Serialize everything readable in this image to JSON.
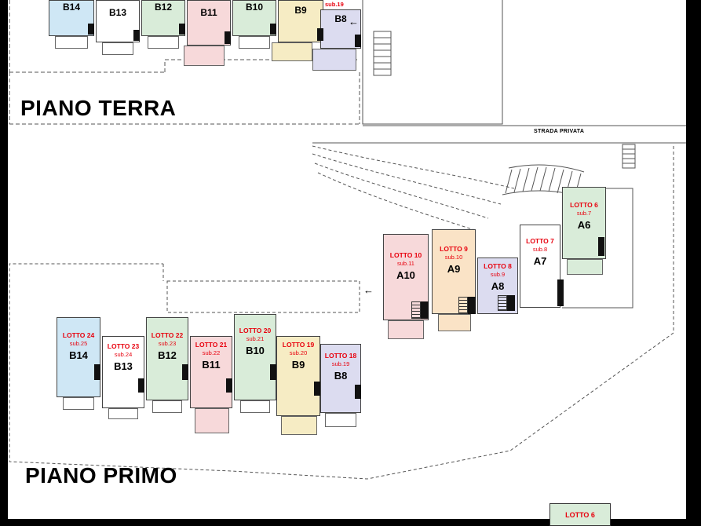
{
  "palette": {
    "red": "#e8000d",
    "blue": "#cfe7f5",
    "green": "#d9ecd9",
    "pink": "#f7d9da",
    "yellow": "#f6ecc4",
    "tan": "#fae3c6",
    "lavender": "#dcdcf0",
    "white": "#ffffff",
    "line": "#555555"
  },
  "labels": {
    "piano_terra": "PIANO TERRA",
    "piano_primo": "PIANO PRIMO",
    "strada": "STRADA PRIVATA",
    "corner_lotto": "LOTTO 6"
  },
  "icons": {
    "arrow_left": "←"
  },
  "ground_units": [
    {
      "name": "B14",
      "color": "#cfe7f5"
    },
    {
      "name": "B13",
      "color": "#ffffff"
    },
    {
      "name": "B12",
      "color": "#d9ecd9"
    },
    {
      "name": "B11",
      "color": "#f7d9da"
    },
    {
      "name": "B10",
      "color": "#d9ecd9"
    },
    {
      "name": "B9",
      "color": "#f6ecc4"
    },
    {
      "name": "B8",
      "color": "#dcdcf0",
      "sub": "sub.19"
    }
  ],
  "first_floor_a": [
    {
      "lotto": "LOTTO 10",
      "sub": "sub.11",
      "name": "A10",
      "color": "#f7d9da"
    },
    {
      "lotto": "LOTTO 9",
      "sub": "sub.10",
      "name": "A9",
      "color": "#fae3c6"
    },
    {
      "lotto": "LOTTO 8",
      "sub": "sub.9",
      "name": "A8",
      "color": "#dcdcf0"
    },
    {
      "lotto": "LOTTO 7",
      "sub": "sub.8",
      "name": "A7",
      "color": "#ffffff"
    },
    {
      "lotto": "LOTTO 6",
      "sub": "sub.7",
      "name": "A6",
      "color": "#d9ecd9"
    }
  ],
  "first_floor_b": [
    {
      "lotto": "LOTTO 24",
      "sub": "sub.25",
      "name": "B14",
      "color": "#cfe7f5"
    },
    {
      "lotto": "LOTTO 23",
      "sub": "sub.24",
      "name": "B13",
      "color": "#ffffff"
    },
    {
      "lotto": "LOTTO 22",
      "sub": "sub.23",
      "name": "B12",
      "color": "#d9ecd9"
    },
    {
      "lotto": "LOTTO 21",
      "sub": "sub.22",
      "name": "B11",
      "color": "#f7d9da"
    },
    {
      "lotto": "LOTTO 20",
      "sub": "sub.21",
      "name": "B10",
      "color": "#d9ecd9"
    },
    {
      "lotto": "LOTTO 19",
      "sub": "sub.20",
      "name": "B9",
      "color": "#f6ecc4"
    },
    {
      "lotto": "LOTTO 18",
      "sub": "sub.19",
      "name": "B8",
      "color": "#dcdcf0"
    }
  ]
}
